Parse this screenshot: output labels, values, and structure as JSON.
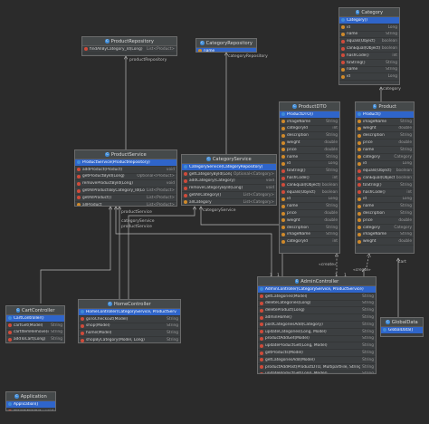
{
  "diagram": {
    "classes": [
      {
        "id": "category",
        "title": "Category",
        "rows": [
          {
            "k": "c",
            "n": "Category()",
            "t": "",
            "sel": true
          },
          {
            "k": "f",
            "n": "id",
            "t": "Long"
          },
          {
            "k": "f",
            "n": "name",
            "t": "String"
          },
          {
            "k": "m",
            "n": "equals(Object)",
            "t": "boolean"
          },
          {
            "k": "m",
            "n": "canEqual(Object)",
            "t": "boolean"
          },
          {
            "k": "m",
            "n": "hashCode()",
            "t": "int"
          },
          {
            "k": "m",
            "n": "toString()",
            "t": "String"
          },
          {
            "k": "f",
            "n": "name",
            "t": "String"
          },
          {
            "k": "f",
            "n": "id",
            "t": "Long"
          }
        ]
      },
      {
        "id": "productrepository",
        "title": "ProductRepository",
        "rows": [
          {
            "k": "m",
            "n": "findAllByCategory_Id(Long)",
            "t": "List<Product>"
          }
        ]
      },
      {
        "id": "categoryrepository",
        "title": "CategoryRepository",
        "rows": [
          {
            "k": "f",
            "n": "name",
            "t": "",
            "sel": true
          }
        ]
      },
      {
        "id": "productdto",
        "title": "ProductDTO",
        "rows": [
          {
            "k": "c",
            "n": "ProductDTO()",
            "t": "",
            "sel": true
          },
          {
            "k": "f",
            "n": "imageName",
            "t": "String"
          },
          {
            "k": "f",
            "n": "categoryId",
            "t": "int"
          },
          {
            "k": "f",
            "n": "description",
            "t": "String"
          },
          {
            "k": "f",
            "n": "weight",
            "t": "double"
          },
          {
            "k": "f",
            "n": "price",
            "t": "double"
          },
          {
            "k": "f",
            "n": "name",
            "t": "String"
          },
          {
            "k": "f",
            "n": "id",
            "t": "Long"
          },
          {
            "k": "m",
            "n": "toString()",
            "t": "String"
          },
          {
            "k": "m",
            "n": "hashCode()",
            "t": "int"
          },
          {
            "k": "m",
            "n": "canEqual(Object)",
            "t": "boolean"
          },
          {
            "k": "m",
            "n": "equals(Object)",
            "t": "boolean"
          },
          {
            "k": "f",
            "n": "id",
            "t": "Long"
          },
          {
            "k": "f",
            "n": "name",
            "t": "String"
          },
          {
            "k": "f",
            "n": "price",
            "t": "double"
          },
          {
            "k": "f",
            "n": "weight",
            "t": "double"
          },
          {
            "k": "f",
            "n": "description",
            "t": "String"
          },
          {
            "k": "f",
            "n": "imageName",
            "t": "String"
          },
          {
            "k": "f",
            "n": "categoryId",
            "t": "int"
          }
        ]
      },
      {
        "id": "product",
        "title": "Product",
        "rows": [
          {
            "k": "c",
            "n": "Product()",
            "t": "",
            "sel": true
          },
          {
            "k": "f",
            "n": "imageName",
            "t": "String"
          },
          {
            "k": "f",
            "n": "weight",
            "t": "double"
          },
          {
            "k": "f",
            "n": "description",
            "t": "String"
          },
          {
            "k": "f",
            "n": "price",
            "t": "double"
          },
          {
            "k": "f",
            "n": "name",
            "t": "String"
          },
          {
            "k": "f",
            "n": "category",
            "t": "Category"
          },
          {
            "k": "f",
            "n": "id",
            "t": "Long"
          },
          {
            "k": "m",
            "n": "equals(Object)",
            "t": "boolean"
          },
          {
            "k": "m",
            "n": "canEqual(Object)",
            "t": "boolean"
          },
          {
            "k": "m",
            "n": "toString()",
            "t": "String"
          },
          {
            "k": "m",
            "n": "hashCode()",
            "t": "int"
          },
          {
            "k": "f",
            "n": "id",
            "t": "Long"
          },
          {
            "k": "f",
            "n": "name",
            "t": "String"
          },
          {
            "k": "f",
            "n": "description",
            "t": "String"
          },
          {
            "k": "f",
            "n": "price",
            "t": "double"
          },
          {
            "k": "f",
            "n": "category",
            "t": "Category"
          },
          {
            "k": "f",
            "n": "imageName",
            "t": "String"
          },
          {
            "k": "f",
            "n": "weight",
            "t": "double"
          }
        ]
      },
      {
        "id": "productservice",
        "title": "ProductService",
        "rows": [
          {
            "k": "c",
            "n": "ProductService(ProductRepository)",
            "t": "",
            "sel": true
          },
          {
            "k": "m",
            "n": "addProduct(Product)",
            "t": "void"
          },
          {
            "k": "m",
            "n": "getProductById(Long)",
            "t": "Optional<Product>"
          },
          {
            "k": "m",
            "n": "removeProductById(Long)",
            "t": "void"
          },
          {
            "k": "m",
            "n": "getAllProductsByCategory_Id(Long)",
            "t": "List<Product>"
          },
          {
            "k": "m",
            "n": "getAllProduct()",
            "t": "List<Product>"
          },
          {
            "k": "f",
            "n": "allProduct",
            "t": "List<Product>"
          }
        ]
      },
      {
        "id": "categoryservice",
        "title": "CategoryService",
        "rows": [
          {
            "k": "c",
            "n": "CategoryService(CategoryRepository)",
            "t": "",
            "sel": true
          },
          {
            "k": "m",
            "n": "getCategoryById(Long)",
            "t": "Optional<Category>"
          },
          {
            "k": "m",
            "n": "addCategory(Category)",
            "t": "void"
          },
          {
            "k": "m",
            "n": "removeCategoryById(Long)",
            "t": "void"
          },
          {
            "k": "m",
            "n": "getAllCategory()",
            "t": "List<Category>"
          },
          {
            "k": "f",
            "n": "allCategory",
            "t": "List<Category>"
          }
        ]
      },
      {
        "id": "cartcontroller",
        "title": "CartController",
        "rows": [
          {
            "k": "c",
            "n": "CartController()",
            "t": "",
            "sel": true
          },
          {
            "k": "m",
            "n": "cartGet(Model)",
            "t": "String"
          },
          {
            "k": "m",
            "n": "cartItemRemove(int)",
            "t": "String"
          },
          {
            "k": "m",
            "n": "addToCart(Long)",
            "t": "String"
          }
        ]
      },
      {
        "id": "homecontroller",
        "title": "HomeController",
        "rows": [
          {
            "k": "c",
            "n": "HomeController(CategoryService, ProductService)",
            "t": "",
            "sel": true
          },
          {
            "k": "m",
            "n": "goToCheckout(Model)",
            "t": "String"
          },
          {
            "k": "m",
            "n": "shop(Model)",
            "t": "String"
          },
          {
            "k": "m",
            "n": "home(Model)",
            "t": "String"
          },
          {
            "k": "m",
            "n": "shopByCategory(Model, Long)",
            "t": "String"
          },
          {
            "k": "m",
            "n": "viewProduct(Model, Long)",
            "t": "String"
          }
        ]
      },
      {
        "id": "admincontroller",
        "title": "AdminController",
        "rows": [
          {
            "k": "c",
            "n": "AdminController(CategoryService, ProductService)",
            "t": "",
            "sel": true
          },
          {
            "k": "m",
            "n": "getCategories(Model)",
            "t": "String"
          },
          {
            "k": "m",
            "n": "deleteCategories(Long)",
            "t": "String"
          },
          {
            "k": "m",
            "n": "deleteProduct(Long)",
            "t": "String"
          },
          {
            "k": "m",
            "n": "adminHome()",
            "t": "String"
          },
          {
            "k": "m",
            "n": "postCategoriesAdd(Category)",
            "t": "String"
          },
          {
            "k": "m",
            "n": "updateCategories(Long, Model)",
            "t": "String"
          },
          {
            "k": "m",
            "n": "productAddGet(Model)",
            "t": "String"
          },
          {
            "k": "m",
            "n": "updateProductGet(Long, Model)",
            "t": "String"
          },
          {
            "k": "m",
            "n": "getProducts(Model)",
            "t": "String"
          },
          {
            "k": "m",
            "n": "getCategoriesAdd(Model)",
            "t": "String"
          },
          {
            "k": "m",
            "n": "productAddPost(ProductDTO, MultipartFile, String)",
            "t": "String"
          },
          {
            "k": "m",
            "n": "updateProductGet(Long, Model)",
            "t": "String"
          }
        ]
      },
      {
        "id": "globaldata",
        "title": "GlobalData",
        "rows": [
          {
            "k": "c",
            "n": "GlobalData()",
            "t": "",
            "sel": true
          }
        ]
      },
      {
        "id": "application",
        "title": "Application",
        "rows": [
          {
            "k": "c",
            "n": "Application()",
            "t": "",
            "sel": true
          },
          {
            "k": "m",
            "n": "main(String[])",
            "t": "void"
          }
        ]
      }
    ],
    "labels": [
      {
        "id": "productrepository",
        "text": "productRepository"
      },
      {
        "id": "categoryrepository",
        "text": "categoryRepository"
      },
      {
        "id": "category",
        "text": "category"
      },
      {
        "id": "productservice1",
        "text": "productService"
      },
      {
        "id": "categoryservice1",
        "text": "categoryService"
      },
      {
        "id": "productservice2",
        "text": "productService"
      },
      {
        "id": "categoryservice2",
        "text": "categoryService"
      },
      {
        "id": "create1",
        "text": "«create»"
      },
      {
        "id": "create2",
        "text": "«create»"
      },
      {
        "id": "cart",
        "text": "cart"
      },
      {
        "id": "one1",
        "text": "1"
      },
      {
        "id": "one2",
        "text": "1"
      },
      {
        "id": "one3",
        "text": "1"
      },
      {
        "id": "one4",
        "text": "1"
      }
    ]
  }
}
